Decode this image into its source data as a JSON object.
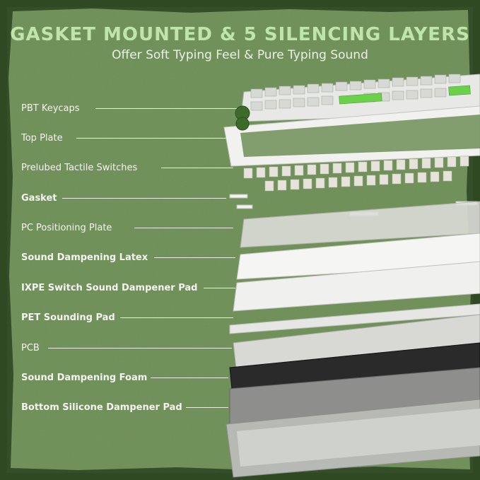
{
  "header": {
    "title": "GASKET MOUNTED & 5 SILENCING LAYERS",
    "subtitle": "Offer Soft Typing Feel & Pure Typing Sound"
  },
  "layers": [
    {
      "label": "PBT Keycaps"
    },
    {
      "label": "Top Plate"
    },
    {
      "label": "Prelubed Tactile Switches"
    },
    {
      "label": "Gasket"
    },
    {
      "label": "PC Positioning Plate"
    },
    {
      "label": "Sound Dampening Latex"
    },
    {
      "label": "IXPE Switch Sound Dampener Pad"
    },
    {
      "label": "PET Sounding Pad"
    },
    {
      "label": "PCB"
    },
    {
      "label": "Sound Dampening Foam"
    },
    {
      "label": "Bottom Silicone Dampener Pad"
    }
  ],
  "colors": {
    "background": "#2f4a23",
    "panel": "#6e8f57",
    "title": "#bfe5ad",
    "accent_green": "#6bd14a"
  }
}
